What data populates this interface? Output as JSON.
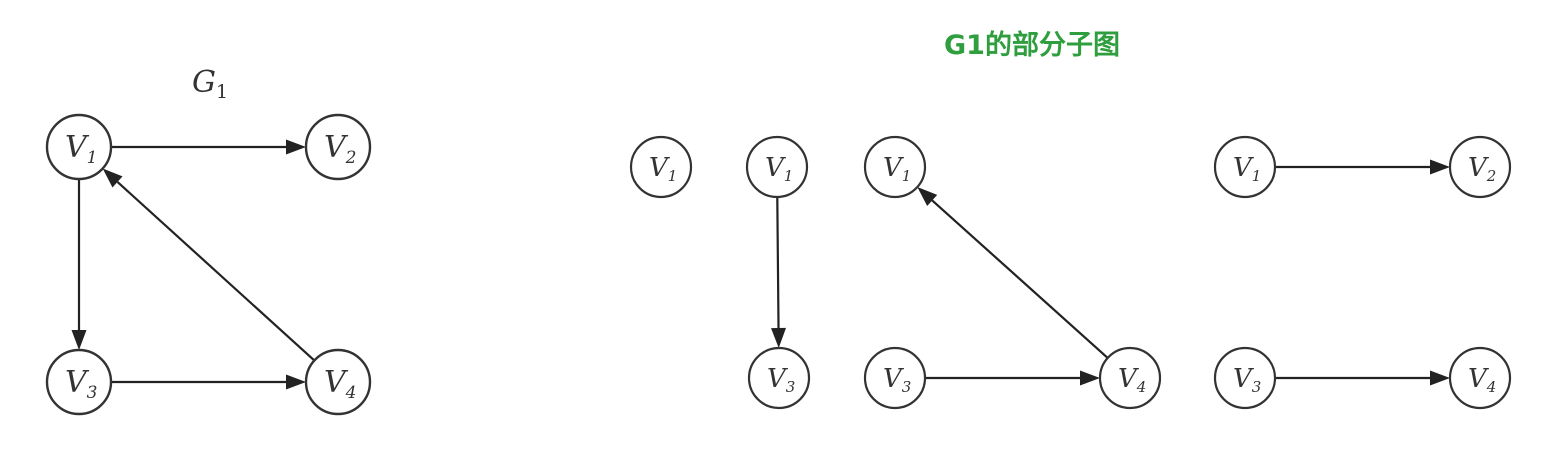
{
  "graph": {
    "title": "G",
    "title_sub": "1",
    "nodes": [
      {
        "id": "v1",
        "label": "V",
        "sub": "1"
      },
      {
        "id": "v2",
        "label": "V",
        "sub": "2"
      },
      {
        "id": "v3",
        "label": "V",
        "sub": "3"
      },
      {
        "id": "v4",
        "label": "V",
        "sub": "4"
      }
    ],
    "edges": [
      {
        "from": "v1",
        "to": "v2"
      },
      {
        "from": "v1",
        "to": "v3"
      },
      {
        "from": "v3",
        "to": "v4"
      },
      {
        "from": "v4",
        "to": "v1"
      }
    ]
  },
  "subgraphs": {
    "caption": "G1的部分子图",
    "caption_color": "#2e9e3e",
    "items": [
      {
        "nodes": [
          "v1"
        ],
        "edges": []
      },
      {
        "nodes": [
          "v1",
          "v3"
        ],
        "edges": [
          {
            "from": "v1",
            "to": "v3"
          }
        ]
      },
      {
        "nodes": [
          "v1",
          "v3",
          "v4"
        ],
        "edges": [
          {
            "from": "v3",
            "to": "v4"
          },
          {
            "from": "v4",
            "to": "v1"
          }
        ]
      },
      {
        "nodes": [
          "v1",
          "v2",
          "v3",
          "v4"
        ],
        "edges": [
          {
            "from": "v1",
            "to": "v2"
          },
          {
            "from": "v3",
            "to": "v4"
          }
        ]
      }
    ]
  }
}
